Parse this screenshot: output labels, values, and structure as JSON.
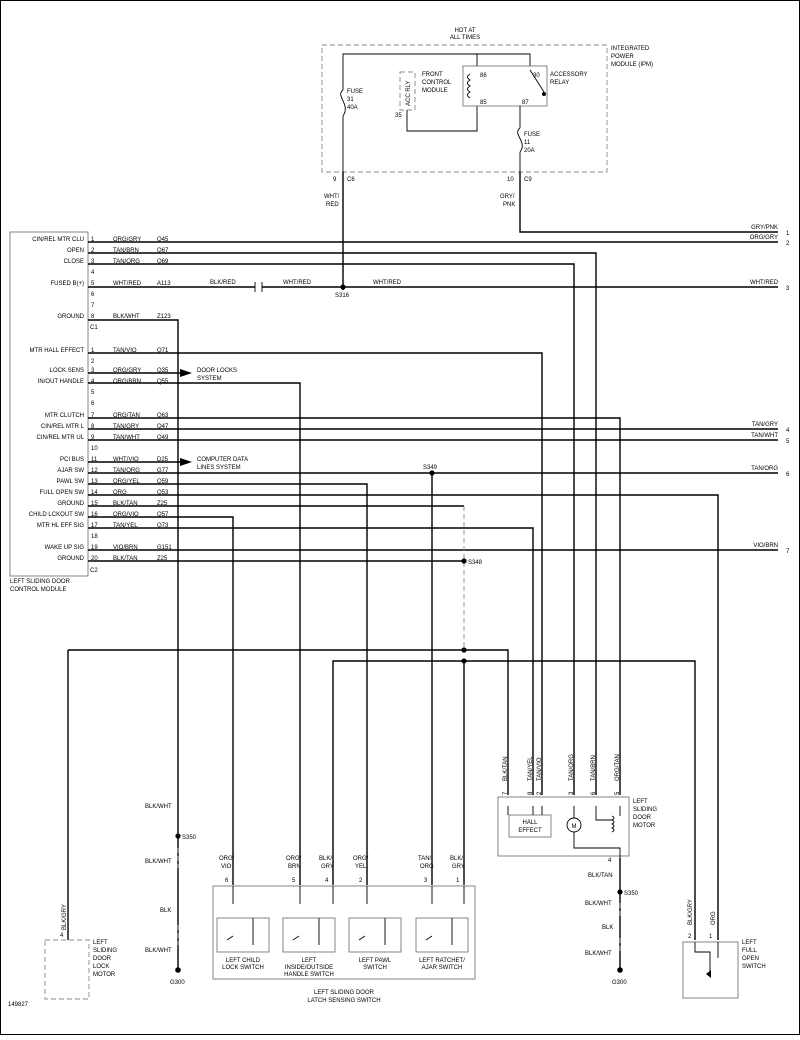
{
  "figure_id": "149827",
  "hot_label": [
    "HOT AT",
    "ALL TIMES"
  ],
  "ipm": {
    "label": [
      "INTEGRATED",
      "POWER",
      "MODULE (IPM)"
    ],
    "fuse31": [
      "FUSE",
      "31",
      "40A"
    ],
    "acc_rly": "ACC RLY",
    "fcm": [
      "FRONT",
      "CONTROL",
      "MODULE"
    ],
    "relay": [
      "ACCESSORY",
      "RELAY"
    ],
    "fuse11": [
      "FUSE",
      "11",
      "20A"
    ],
    "relay_pins": [
      "86",
      "30",
      "85",
      "87"
    ],
    "pin35": "35",
    "c6_pin": "9",
    "c6": "C6",
    "c9_pin": "10",
    "c9": "C9",
    "wire_c6": [
      "WHT/",
      "RED"
    ],
    "wire_c9": [
      "GRY/",
      "PNK"
    ]
  },
  "module": {
    "name": [
      "LEFT SLIDING DOOR",
      "CONTROL MODULE"
    ],
    "c1": "C1",
    "c2": "C2",
    "pins": [
      {
        "label": "CIN/REL MTR CLU",
        "pin": "1",
        "wire": "ORG/GRY",
        "circuit": "Q45"
      },
      {
        "label": "OPEN",
        "pin": "2",
        "wire": "TAN/BRN",
        "circuit": "Q67"
      },
      {
        "label": "CLOSE",
        "pin": "3",
        "wire": "TAN/ORG",
        "circuit": "Q69"
      },
      {
        "label": "",
        "pin": "4",
        "wire": "",
        "circuit": ""
      },
      {
        "label": "FUSED B(+)",
        "pin": "5",
        "wire": "WHT/RED",
        "circuit": "A113"
      },
      {
        "label": "",
        "pin": "6",
        "wire": "",
        "circuit": ""
      },
      {
        "label": "",
        "pin": "7",
        "wire": "",
        "circuit": ""
      },
      {
        "label": "GROUND",
        "pin": "8",
        "wire": "BLK/WHT",
        "circuit": "Z123"
      },
      {
        "label": "MTR HALL EFFECT",
        "pin": "1",
        "wire": "TAN/VIO",
        "circuit": "Q71"
      },
      {
        "label": "",
        "pin": "2",
        "wire": "",
        "circuit": ""
      },
      {
        "label": "LOCK SENS",
        "pin": "3",
        "wire": "ORG/GRY",
        "circuit": "Q35"
      },
      {
        "label": "IN/OUT HANDLE",
        "pin": "4",
        "wire": "ORG/BRN",
        "circuit": "Q55"
      },
      {
        "label": "",
        "pin": "5",
        "wire": "",
        "circuit": ""
      },
      {
        "label": "",
        "pin": "6",
        "wire": "",
        "circuit": ""
      },
      {
        "label": "MTR CLUTCH",
        "pin": "7",
        "wire": "ORG/TAN",
        "circuit": "Q63"
      },
      {
        "label": "CIN/REL MTR L",
        "pin": "8",
        "wire": "TAN/GRY",
        "circuit": "Q47"
      },
      {
        "label": "CIN/REL MTR UL",
        "pin": "9",
        "wire": "TAN/WHT",
        "circuit": "Q49"
      },
      {
        "label": "",
        "pin": "10",
        "wire": "",
        "circuit": ""
      },
      {
        "label": "PCI BUS",
        "pin": "11",
        "wire": "WHT/VIO",
        "circuit": "D25"
      },
      {
        "label": "AJAR SW",
        "pin": "12",
        "wire": "TAN/ORG",
        "circuit": "G77"
      },
      {
        "label": "PAWL SW",
        "pin": "13",
        "wire": "ORG/YEL",
        "circuit": "Q59"
      },
      {
        "label": "FULL OPEN SW",
        "pin": "14",
        "wire": "ORG",
        "circuit": "Q53"
      },
      {
        "label": "GROUND",
        "pin": "15",
        "wire": "BLK/TAN",
        "circuit": "Z25"
      },
      {
        "label": "CHILD LCKOUT SW",
        "pin": "16",
        "wire": "ORG/VIO",
        "circuit": "Q57"
      },
      {
        "label": "MTR HL EFF SIG",
        "pin": "17",
        "wire": "TAN/YEL",
        "circuit": "Q73"
      },
      {
        "label": "",
        "pin": "18",
        "wire": "",
        "circuit": ""
      },
      {
        "label": "WAKE UP SIG",
        "pin": "19",
        "wire": "VIO/BRN",
        "circuit": "G151"
      },
      {
        "label": "GROUND",
        "pin": "20",
        "wire": "BLK/TAN",
        "circuit": "Z25"
      }
    ]
  },
  "arrows": {
    "door_locks": [
      "DOOR LOCKS",
      "SYSTEM"
    ],
    "data_lines": [
      "COMPUTER DATA",
      "LINES SYSTEM"
    ]
  },
  "inline": {
    "blk_red": "BLK/RED",
    "wht_red_a": "WHT/RED",
    "wht_red_b": "WHT/RED"
  },
  "right_edge": [
    {
      "wire": "GRY/PNK",
      "num": "1"
    },
    {
      "wire": "ORG/GRY",
      "num": "2"
    },
    {
      "wire": "WHT/RED",
      "num": "3"
    },
    {
      "wire": "TAN/GRY",
      "num": "4"
    },
    {
      "wire": "TAN/WHT",
      "num": "5"
    },
    {
      "wire": "TAN/ORG",
      "num": "6"
    },
    {
      "wire": "VIO/BRN",
      "num": "7"
    }
  ],
  "splices": {
    "s316": "S316",
    "s349": "S349",
    "s348": "S348",
    "s350a": "S350",
    "s350b": "S350"
  },
  "grounds": {
    "g300a": "G300",
    "g300b": "G300"
  },
  "ground_wire": {
    "a1": "BLK/WHT",
    "a2": "BLK/WHT",
    "a3": "BLK",
    "a4": "BLK/WHT",
    "b1": "BLK/TAN",
    "b2": "BLK/WHT",
    "b3": "BLK",
    "b4": "BLK/WHT"
  },
  "motor": {
    "name": [
      "LEFT",
      "SLIDING",
      "DOOR",
      "MOTOR"
    ],
    "hall": [
      "HALL",
      "EFFECT"
    ],
    "m": "M",
    "pins": [
      {
        "pin": "7",
        "wire": "BLK/TAN"
      },
      {
        "pin": "8",
        "wire": "TAN/YEL"
      },
      {
        "pin": "2",
        "wire": "TAN/VIO"
      },
      {
        "pin": "3",
        "wire": "TAN/ORG"
      },
      {
        "pin": "6",
        "wire": "TAN/BRN"
      },
      {
        "pin": "5",
        "wire": "ORG/TAN"
      }
    ],
    "pin4": "4"
  },
  "latch": {
    "name": [
      "LEFT SLIDING DOOR",
      "LATCH SENSING SWITCH"
    ],
    "pins": [
      {
        "pin": "6",
        "wire": [
          "ORG/",
          "VIO"
        ]
      },
      {
        "pin": "5",
        "wire": [
          "ORG/",
          "BRN"
        ]
      },
      {
        "pin": "4",
        "wire": [
          "BLK/",
          "GRY"
        ]
      },
      {
        "pin": "2",
        "wire": [
          "ORG/",
          "YEL"
        ]
      },
      {
        "pin": "3",
        "wire": [
          "TAN/",
          "ORG"
        ]
      },
      {
        "pin": "1",
        "wire": [
          "BLK/",
          "GRY"
        ]
      }
    ],
    "switches": [
      [
        "LEFT CHILD",
        "LOCK SWITCH"
      ],
      [
        "LEFT",
        "INSIDE/OUTSIDE",
        "HANDLE SWITCH"
      ],
      [
        "LEFT PAWL",
        "SWITCH"
      ],
      [
        "LEFT RATCHET/",
        "AJAR SWITCH"
      ]
    ]
  },
  "lock_motor": {
    "name": [
      "LEFT",
      "SLIDING",
      "DOOR",
      "LOCK",
      "MOTOR"
    ],
    "pin": "4",
    "wire": "BLK/GRY"
  },
  "full_open": {
    "name": [
      "LEFT",
      "FULL",
      "OPEN",
      "SWITCH"
    ],
    "pins": [
      "2",
      "1"
    ],
    "wires": [
      "BLK/GRY",
      "ORG"
    ]
  }
}
